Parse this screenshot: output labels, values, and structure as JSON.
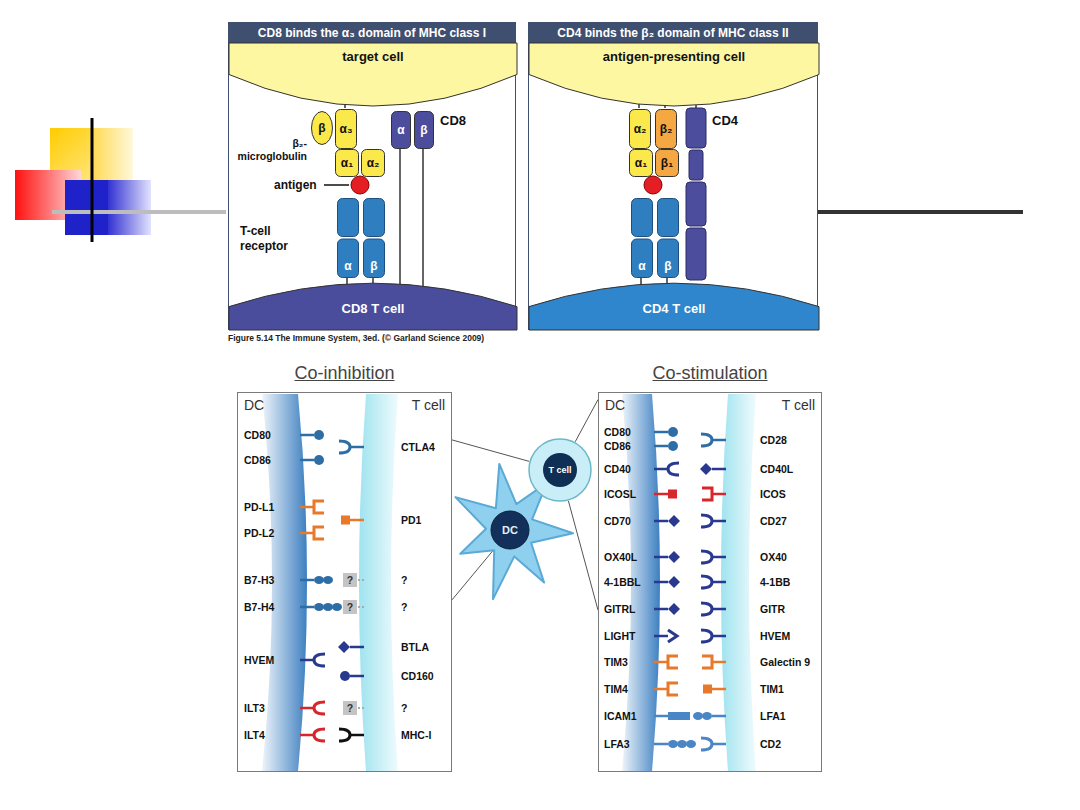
{
  "diagram": {
    "caption": "Figure 5.14 The Immune System, 3ed. (© Garland Science 2009)",
    "nodes": [
      {
        "text": [
          "CD8 binds the α₃ domain of MHC class I"
        ]
      },
      {
        "text": [
          "target cell"
        ],
        "in": 0
      },
      {
        "text": [
          "β"
        ],
        "in": 0
      },
      {
        "text": [
          "α₃"
        ],
        "in": 0
      },
      {
        "text": [
          "α₁"
        ],
        "in": 0
      },
      {
        "text": [
          "α₂"
        ],
        "in": 0
      },
      {
        "text": [
          "α"
        ],
        "in": 0
      },
      {
        "text": [
          "β"
        ],
        "in": 0
      },
      {
        "text": [
          "α"
        ],
        "in": 0
      },
      {
        "text": [
          "β"
        ],
        "in": 0
      },
      {
        "text": [
          "CD8 T cell"
        ],
        "in": 0
      },
      {
        "text": [
          "CD4 binds the β₂ domain of MHC class II"
        ]
      },
      {
        "text": [
          "antigen-presenting cell"
        ],
        "in": 11
      },
      {
        "text": [
          "α₂"
        ],
        "in": 11
      },
      {
        "text": [
          "β₂"
        ],
        "in": 11
      },
      {
        "text": [
          "α₁"
        ],
        "in": 11
      },
      {
        "text": [
          "β₁"
        ],
        "in": 11
      },
      {
        "text": [
          "α"
        ],
        "in": 11
      },
      {
        "text": [
          "β"
        ],
        "in": 11
      },
      {
        "text": [
          "CD4 T cell"
        ],
        "in": 11
      },
      {
        "text": [
          "Co-inhibition",
          "DC",
          "T cell"
        ]
      },
      {
        "text": [
          "DC"
        ]
      },
      {
        "text": [
          "T cell"
        ]
      },
      {
        "text": [
          "Co-stimulation",
          "DC",
          "T cell"
        ]
      }
    ],
    "edges": [
      {
        "from": 22,
        "to": 20,
        "arrow": "none"
      },
      {
        "from": 22,
        "to": 20,
        "arrow": "none"
      },
      {
        "from": 22,
        "to": 23,
        "arrow": "none"
      },
      {
        "from": 22,
        "to": 23,
        "arrow": "none"
      }
    ],
    "labels": [
      "β₂- microglobulin",
      "antigen",
      "T-cell receptor",
      "CD8",
      "CD4",
      "CD80",
      "CD86",
      "PD-L1",
      "PD-L2",
      "B7-H3",
      "B7-H4",
      "HVEM",
      "ILT3",
      "ILT4",
      "CTLA4",
      "PD1",
      "?",
      "?",
      "BTLA",
      "CD160",
      "?",
      "MHC-I",
      "?",
      "?",
      "?",
      "CD80",
      "CD86",
      "CD40",
      "ICOSL",
      "CD70",
      "OX40L",
      "4-1BBL",
      "GITRL",
      "LIGHT",
      "TIM3",
      "TIM4",
      "ICAM1",
      "LFA3",
      "CD28",
      "CD40L",
      "ICOS",
      "CD27",
      "OX40",
      "4-1BB",
      "GITR",
      "HVEM",
      "Galectin 9",
      "TIM1",
      "LFA1",
      "CD2"
    ]
  }
}
